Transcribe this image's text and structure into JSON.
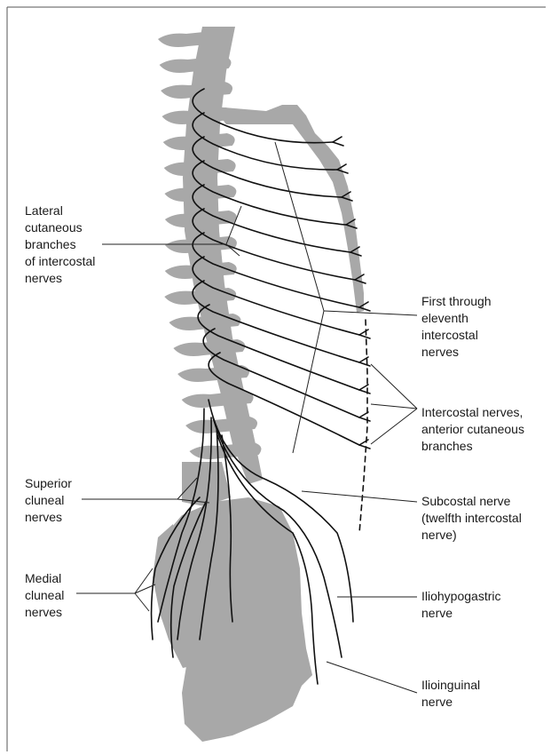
{
  "colors": {
    "anatomy_fill": "#a8a8a8",
    "nerve_stroke": "#111111",
    "leader_stroke": "#222222",
    "frame_stroke": "#555555"
  },
  "labels": {
    "lateral_cutaneous": [
      "Lateral",
      "cutaneous",
      "branches",
      "of intercostal",
      "nerves"
    ],
    "first_through_eleventh": [
      "First through",
      "eleventh",
      "intercostal",
      "nerves"
    ],
    "anterior_cutaneous": [
      "Intercostal nerves,",
      "anterior cutaneous",
      "branches"
    ],
    "superior_cluneal": [
      "Superior",
      "cluneal",
      "nerves"
    ],
    "subcostal": [
      "Subcostal nerve",
      "(twelfth intercostal",
      "nerve)"
    ],
    "medial_cluneal": [
      "Medial",
      "cluneal",
      "nerves"
    ],
    "iliohypogastric": [
      "Iliohypogastric",
      "nerve"
    ],
    "ilioinguinal": [
      "Ilioinguinal",
      "nerve"
    ]
  }
}
